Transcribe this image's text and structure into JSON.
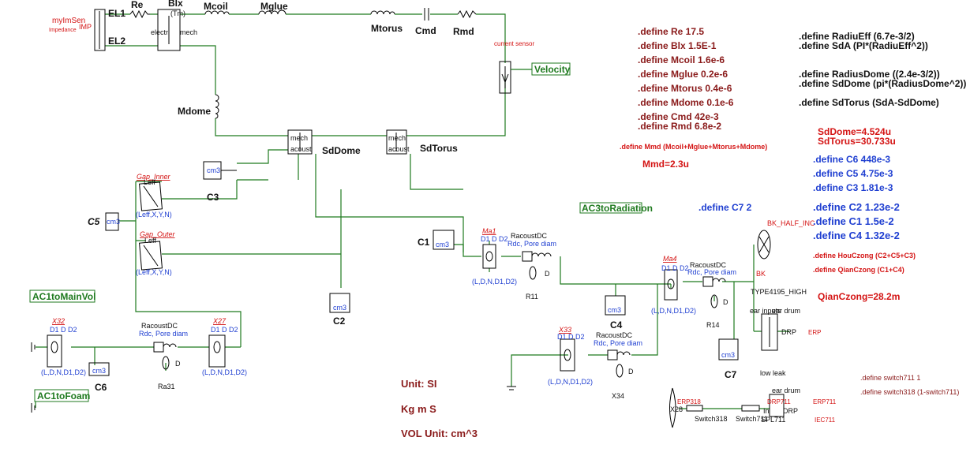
{
  "labels": {
    "el1": "EL1",
    "el2": "EL2",
    "re": "Re",
    "blx": "Blx",
    "mcoil": "Mcoil",
    "mglue": "Mglue",
    "mtorus": "Mtorus",
    "cmd": "Cmd",
    "rmd": "Rmd",
    "mdome": "Mdome",
    "mysen": "myImSen",
    "impedance": "Impedance",
    "imp": "IMP",
    "current_sensor": "current sensor",
    "velocity": "Velocity",
    "sddome": "SdDome",
    "sdtorus": "SdTorus",
    "mmech": "mech",
    "acoust": "acoust",
    "electr": "electr",
    "tm": "(Tm)",
    "gap_inner": "Gap_Inner",
    "gap_outer": "Gap_Outer",
    "leff": "Leff",
    "leff_xyn": "(Leff,X,Y,N)",
    "c3": "C3",
    "c5": "C5",
    "c1": "C1",
    "c2": "C2",
    "c4": "C4",
    "c6": "C6",
    "c7": "C7",
    "cm3": "cm3",
    "ma1": "Ma1",
    "ma4": "Ma4",
    "x32": "X32",
    "x27": "X27",
    "x33": "X33",
    "r11": "R11",
    "r14": "R14",
    "ra31": "Ra31",
    "x34": "X34",
    "racoustdc": "RacoustDC",
    "rdc_pore": "Rdc, Pore diam",
    "d": "D",
    "ldnd1d2": "(L,D,N,D1,D2)",
    "d1dd2": "D1 D D2",
    "ac1tomainvol": "AC1toMainVol",
    "ac1tofoam": "AC1toFoam",
    "ac3toradiation": "AC3toRadiation",
    "bk_half": "BK_HALF_INC",
    "bk": "BK",
    "type4195": "TYPE4195_HIGH",
    "ear_inputs": "ear inputs",
    "ear_drum": "ear drum",
    "drp": "DRP",
    "erp": "ERP",
    "low_leak": "low leak",
    "erp318": "ERP318",
    "x28": "X28",
    "switch318": "Switch318",
    "switch711": "Switch711",
    "drp711": "DRP711",
    "spl711": "SPL711",
    "erp711": "ERP711",
    "iec711": "IEC711",
    "in": "In"
  },
  "defines_left": [
    ".define Re 17.5",
    ".define Blx 1.5E-1",
    ".define Mcoil  1.6e-6",
    ".define Mglue 0.2e-6",
    ".define Mtorus 0.4e-6",
    ".define Mdome 0.1e-6",
    ".define Cmd 42e-3",
    ".define Rmd 6.8e-2"
  ],
  "define_mmd": ".define Mmd (Mcoil+Mglue+Mtorus+Mdome)",
  "mmd_value": "Mmd=2.3u",
  "defines_right": [
    ".define RadiuEff  (6.7e-3/2)",
    ".define SdA (PI*(RadiuEff^2))",
    ".define RadiusDome ((2.4e-3/2))",
    ".define SdDome (pi*(RadiusDome^2))",
    ".define SdTorus (SdA-SdDome)"
  ],
  "sd_values": [
    "SdDome=4.524u",
    "SdTorus=30.733u"
  ],
  "defines_c": [
    ".define C6 448e-3",
    ".define C5 4.75e-3",
    ".define C3 1.81e-3",
    ".define C2  1.23e-2",
    ".define C1  1.5e-2",
    ".define C4  1.32e-2"
  ],
  "define_c7": ".define C7 2",
  "define_houczong": ".define HouCzong (C2+C5+C3)",
  "define_qianczong": ".define QianCzong (C1+C4)",
  "qianczong_value": "QianCzong=28.2m",
  "define_switch711": ".define switch711 1",
  "define_switch318": ".define switch318 (1-switch711)",
  "units": {
    "unit": "Unit: SI",
    "kgms": "Kg   m   S",
    "vol": "VOL Unit: cm^3"
  },
  "colors": {
    "wire": "#1f7a1f",
    "red": "#d41414",
    "darkred": "#8a1a1a",
    "blue": "#1f3fd1"
  }
}
